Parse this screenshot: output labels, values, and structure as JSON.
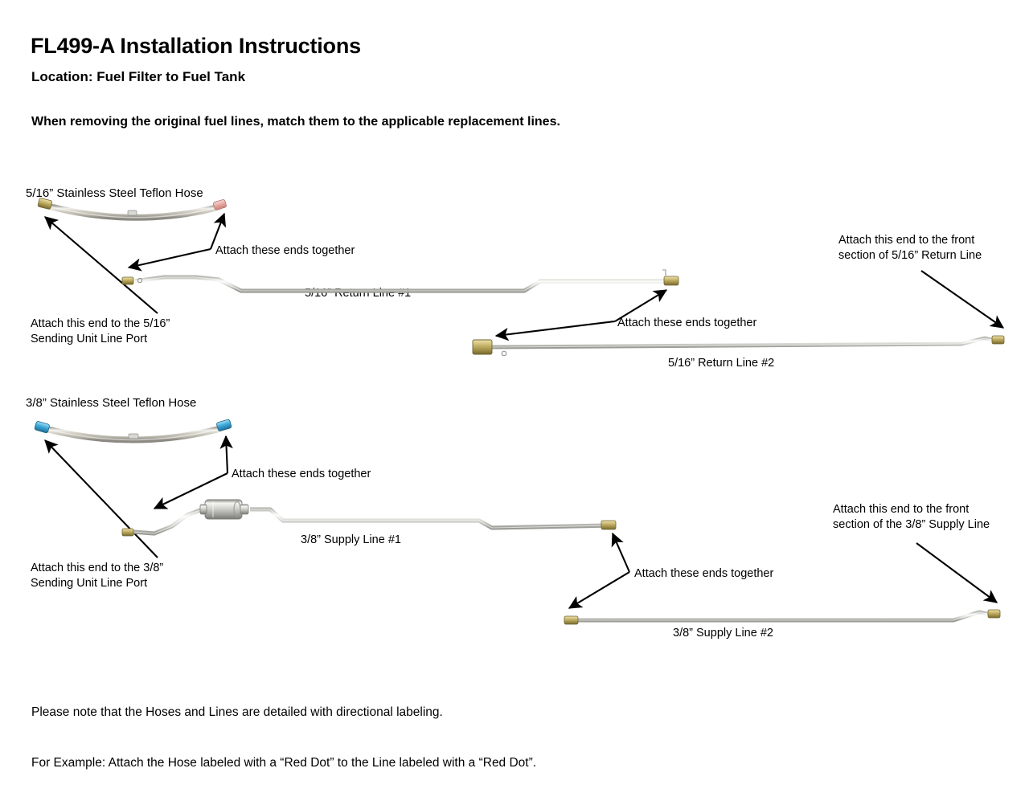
{
  "document": {
    "title": "FL499-A Installation Instructions",
    "location": "Location: Fuel Filter to Fuel Tank",
    "intro": "When removing the original fuel lines, match them to the applicable replacement lines."
  },
  "groups": {
    "return_516": {
      "hose_label": "5/16” Stainless Steel Teflon Hose",
      "annotations": {
        "attach_ends": "Attach these ends together",
        "sending_unit": "Attach this end to the 5/16”\nSending Unit Line Port",
        "front_section": "Attach this end to the front\nsection of 5/16” Return Line",
        "attach_ends_2": "Attach these ends together"
      },
      "lines": [
        {
          "label": "5/16” Return Line #1"
        },
        {
          "label": "5/16” Return Line #2"
        }
      ],
      "hose_end_marks": {
        "left": "brass",
        "right": "red-dot"
      }
    },
    "supply_38": {
      "hose_label": "3/8” Stainless Steel Teflon Hose",
      "annotations": {
        "attach_ends": "Attach these ends together",
        "sending_unit": "Attach this end to the 3/8”\nSending Unit Line Port",
        "front_section": "Attach this end to the front\nsection of the 3/8” Supply Line",
        "attach_ends_2": "Attach these ends together"
      },
      "lines": [
        {
          "label": "3/8” Supply Line #1"
        },
        {
          "label": "3/8” Supply Line #2"
        }
      ],
      "hose_end_marks": {
        "left": "blue-dot",
        "right": "blue-dot"
      },
      "has_inline_fuel_filter": true
    }
  },
  "note": {
    "line1": "Please note that the Hoses and Lines are detailed with directional labeling.",
    "line2": "For Example: Attach the Hose labeled with a “Red Dot” to the Line labeled with a “Red Dot”."
  },
  "colors": {
    "text": "#000000",
    "background": "#ffffff",
    "steel_light": "#f2f2f0",
    "steel_mid": "#c9c9c5",
    "steel_dark": "#8d8d89",
    "brass_light": "#d8c98a",
    "brass_dark": "#9a8a40",
    "red_dot": "#e8a9a2",
    "blue_dot": "#4fb3df",
    "arrow": "#000000"
  }
}
